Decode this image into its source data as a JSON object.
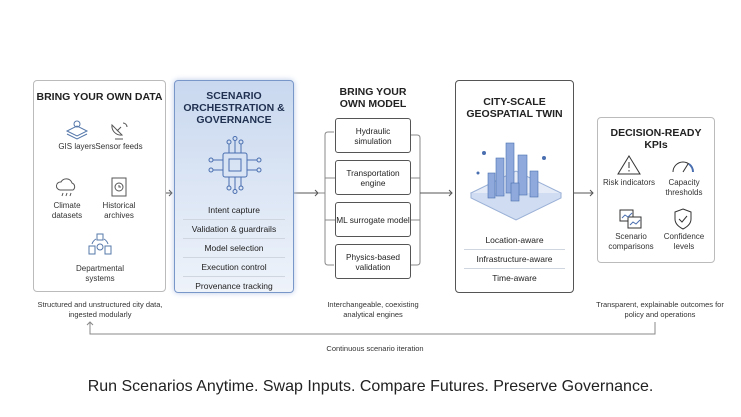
{
  "data_box": {
    "title": "BRING YOUR OWN DATA",
    "items": [
      "GIS layers",
      "Sensor feeds",
      "Climate datasets",
      "Historical archives",
      "Departmental systems"
    ],
    "caption": "Structured and unstructured city data, ingested modularly"
  },
  "orchestration_box": {
    "title": "SCENARIO ORCHESTRATION & GOVERNANCE",
    "items": [
      "Intent capture",
      "Validation & guardrails",
      "Model selection",
      "Execution control",
      "Provenance tracking"
    ]
  },
  "model_box": {
    "title": "BRING YOUR OWN MODEL",
    "items": [
      "Hydraulic simulation",
      "Transportation engine",
      "ML surrogate model",
      "Physics-based validation"
    ],
    "caption": "Interchangeable, coexisting analytical engines"
  },
  "twin_box": {
    "title": "CITY-SCALE GEOSPATIAL TWIN",
    "items": [
      "Location-aware",
      "Infrastructure-aware",
      "Time-aware"
    ]
  },
  "kpi_box": {
    "title": "DECISION-READY KPIs",
    "items": [
      "Risk indicators",
      "Capacity thresholds",
      "Scenario comparisons",
      "Confidence levels"
    ],
    "caption": "Transparent, explainable outcomes for policy and operations"
  },
  "loop_label": "Continuous scenario iteration",
  "tagline": "Run Scenarios Anytime. Swap Inputs. Compare Futures. Preserve Governance.",
  "colors": {
    "accent": "#4a6fb0",
    "orchestration_bg": "#dce6f5"
  }
}
